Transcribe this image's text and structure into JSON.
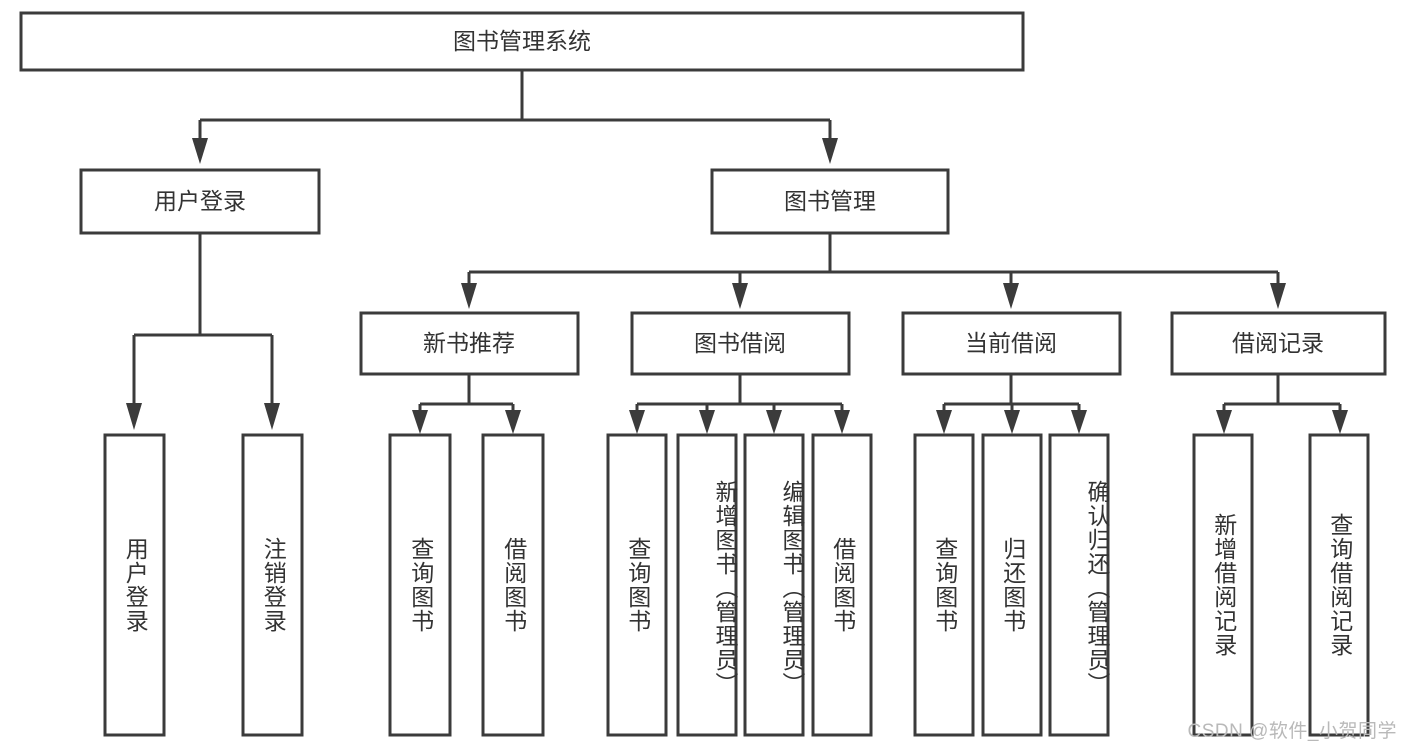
{
  "diagram": {
    "title": "图书管理系统",
    "type": "tree-hierarchy-chart",
    "watermark": "CSDN @软件_小贺同学",
    "colors": {
      "box_stroke": "#3b3b3b",
      "box_fill": "#ffffff",
      "text": "#333333",
      "connector": "#3b3b3b",
      "watermark": "#b9b9b9",
      "background": "#ffffff"
    },
    "root": {
      "label": "图书管理系统"
    },
    "level2": [
      {
        "label": "用户登录"
      },
      {
        "label": "图书管理"
      }
    ],
    "level3": [
      {
        "label": "新书推荐"
      },
      {
        "label": "图书借阅"
      },
      {
        "label": "当前借阅"
      },
      {
        "label": "借阅记录"
      }
    ],
    "leaves": {
      "user_login": [
        {
          "label": "用户登录"
        },
        {
          "label": "注销登录"
        }
      ],
      "new_book_recommend": [
        {
          "label": "查询图书"
        },
        {
          "label": "借阅图书"
        }
      ],
      "book_borrow": [
        {
          "label": "查询图书"
        },
        {
          "label": "新增图书（管理员）"
        },
        {
          "label": "编辑图书（管理员）"
        },
        {
          "label": "借阅图书"
        }
      ],
      "current_borrow": [
        {
          "label": "查询图书"
        },
        {
          "label": "归还图书"
        },
        {
          "label": "确认归还（管理员）"
        }
      ],
      "borrow_record": [
        {
          "label": "新增借阅记录"
        },
        {
          "label": "查询借阅记录"
        }
      ]
    }
  }
}
